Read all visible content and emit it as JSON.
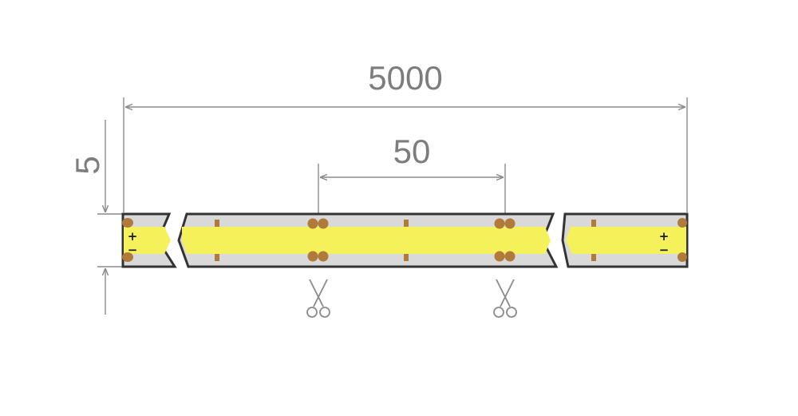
{
  "dimensions": {
    "total_length": "5000",
    "segment_length": "50",
    "width": "5"
  },
  "polarity": {
    "left_plus": "+",
    "left_minus": "−",
    "right_plus": "+",
    "right_minus": "−"
  },
  "icons": {
    "cut_mark": "scissors-icon"
  },
  "colors": {
    "strip_body": "#d9d9d9",
    "strip_outline": "#333333",
    "led_band": "#f5f15a",
    "solder_pad": "#b07a3a",
    "dimension_line": "#8a8a8a",
    "dimension_text": "#7d7d7d"
  }
}
